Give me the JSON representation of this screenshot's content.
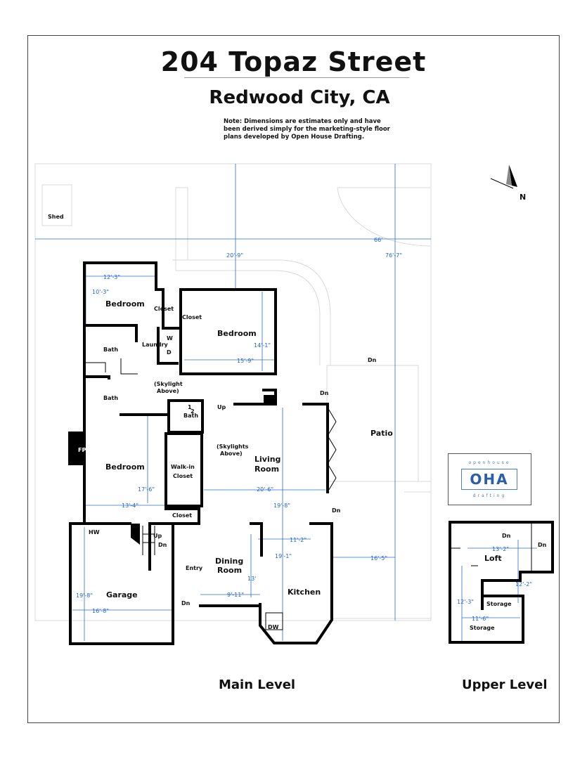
{
  "header": {
    "title": "204 Topaz Street",
    "subtitle": "Redwood City, CA",
    "note": "Note: Dimensions are estimates only and have been derived simply for the marketing-style floor plans developed by Open House Drafting."
  },
  "compass": {
    "label": "N",
    "icon": "north-arrow-icon"
  },
  "levels": {
    "main": "Main Level",
    "upper": "Upper Level"
  },
  "logo": {
    "top": "openhouse",
    "mark": "OHA",
    "bottom": "drafting"
  },
  "rooms": {
    "shed": "Shed",
    "bedroom_nw": "Bedroom",
    "closet_a": "Closet",
    "closet_b": "Closet",
    "bedroom_ne": "Bedroom",
    "bath_1": "Bath",
    "laundry": "Laundry",
    "w": "W",
    "d": "D",
    "skylight_1": "(Skylight",
    "skylight_1b": "Above)",
    "bath_2": "Bath",
    "half_bath_frac": "1",
    "half_bath_frac2": "2",
    "half_bath": "Bath",
    "up_1": "Up",
    "dn_1": "Dn",
    "dn_patio": "Dn",
    "patio": "Patio",
    "fp": "FP",
    "bedroom_sw": "Bedroom",
    "walkin": "Walk-in",
    "walkin_b": "Closet",
    "skylights": "(Skylights",
    "skylights_b": "Above)",
    "living": "Living",
    "living_b": "Room",
    "dn_2": "Dn",
    "closet_c": "Closet",
    "hw": "HW",
    "up_2": "Up",
    "dn_3": "Dn",
    "entry": "Entry",
    "dining": "Dining",
    "dining_b": "Room",
    "kitchen": "Kitchen",
    "garage": "Garage",
    "dn_4": "Dn",
    "dw": "DW",
    "loft": "Loft",
    "dn_loft_1": "Dn",
    "dn_loft_2": "Dn",
    "storage_1": "Storage",
    "storage_2": "Storage"
  },
  "dimensions": {
    "lot_width": "66'",
    "depth_a": "20'-9\"",
    "depth_b": "76'-7\"",
    "bed_nw_w": "12'-3\"",
    "bed_nw_d": "10'-3\"",
    "bed_ne_d": "14'-1\"",
    "bed_ne_w": "15'-9\"",
    "bed_sw_d": "17'-6\"",
    "living_w": "20'-6\"",
    "bed_sw_w": "13'-4\"",
    "living_d": "19'-8\"",
    "kitchen_w": "11'-2\"",
    "kitchen_d": "19'-1\"",
    "patio_w": "16'-5\"",
    "dining_d": "13'",
    "dining_w": "9'-11\"",
    "garage_d": "19'-8\"",
    "garage_w": "16'-8\"",
    "loft_w": "13'-2\"",
    "loft_d": "12'-2\"",
    "storage_d": "12'-3\"",
    "storage_w": "11'-6\""
  }
}
